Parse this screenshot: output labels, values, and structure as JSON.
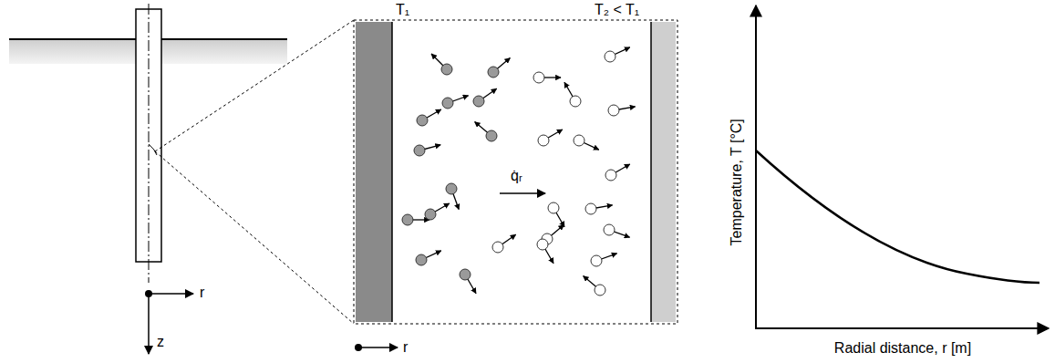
{
  "diagram": {
    "labels": [
      "r",
      "z",
      "T₁",
      "T₂ < T₁",
      "q̇ᵣ",
      "r",
      "Temperature, T [°C]",
      "Radial distance, r [m]"
    ]
  }
}
